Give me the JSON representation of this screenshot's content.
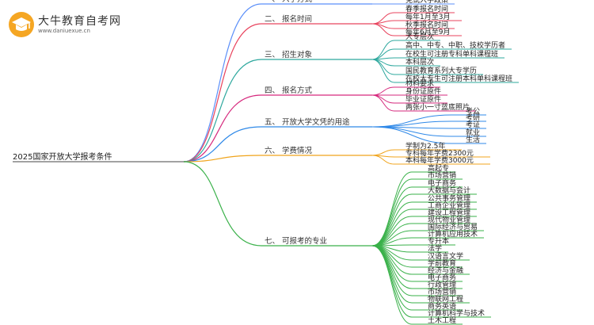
{
  "logo": {
    "name": "大牛教育自考网",
    "url": "www.daniuexue.cn",
    "icon": "graduation-cap-icon"
  },
  "mindmap": {
    "root": "2025国家开放大学报考条件",
    "branches": [
      {
        "label": "一、 入学方式",
        "color": "#5b8ff9",
        "leaves": [
          "免试入学政策"
        ]
      },
      {
        "label": "二、 报名时间",
        "color": "#e8435d",
        "leaves": [
          "春季报名时间",
          "每年1月至3月",
          "秋季报名时间",
          "每年6月至9月"
        ]
      },
      {
        "label": "三、 招生对象",
        "color": "#2ea89e",
        "leaves": [
          "大专层次",
          "高中、中专、中职、技校学历者",
          "在校生可注册专科单科课程班",
          "本科层次",
          "国民教育系列大专学历",
          "在校大专生可注册本科单科课程班"
        ]
      },
      {
        "label": "四、 报名方式",
        "color": "#d6297d",
        "leaves": [
          "材料要求",
          "身份证原件",
          "毕业证原件",
          "两张小一寸蓝底照片"
        ]
      },
      {
        "label": "五、 开放大学文凭的用途",
        "color": "#2f89e8",
        "leaves": [
          "考公",
          "考研",
          "考证",
          "就业",
          "生活"
        ]
      },
      {
        "label": "六、 学费情况",
        "color": "#f0a41c",
        "leaves": [
          "学制为2.5年",
          "专科每年学费2300元",
          "本科每年学费3000元"
        ]
      },
      {
        "label": "七、 可报考的专业",
        "color": "#3ab14a",
        "leaves": [
          "高起专",
          "市场营销",
          "电子商务",
          "大数据与会计",
          "公共事务管理",
          "工商企业管理",
          "建设工程管理",
          "现代物业管理",
          "国际经济与贸易",
          "计算机应用技术",
          "专升本",
          "法学",
          "汉语言文学",
          "学前教育",
          "经济与金融",
          "电子商务",
          "行政管理",
          "市场营销",
          "物联网工程",
          "商务英语",
          "计算机科学与技术",
          "土木工程"
        ]
      }
    ]
  }
}
